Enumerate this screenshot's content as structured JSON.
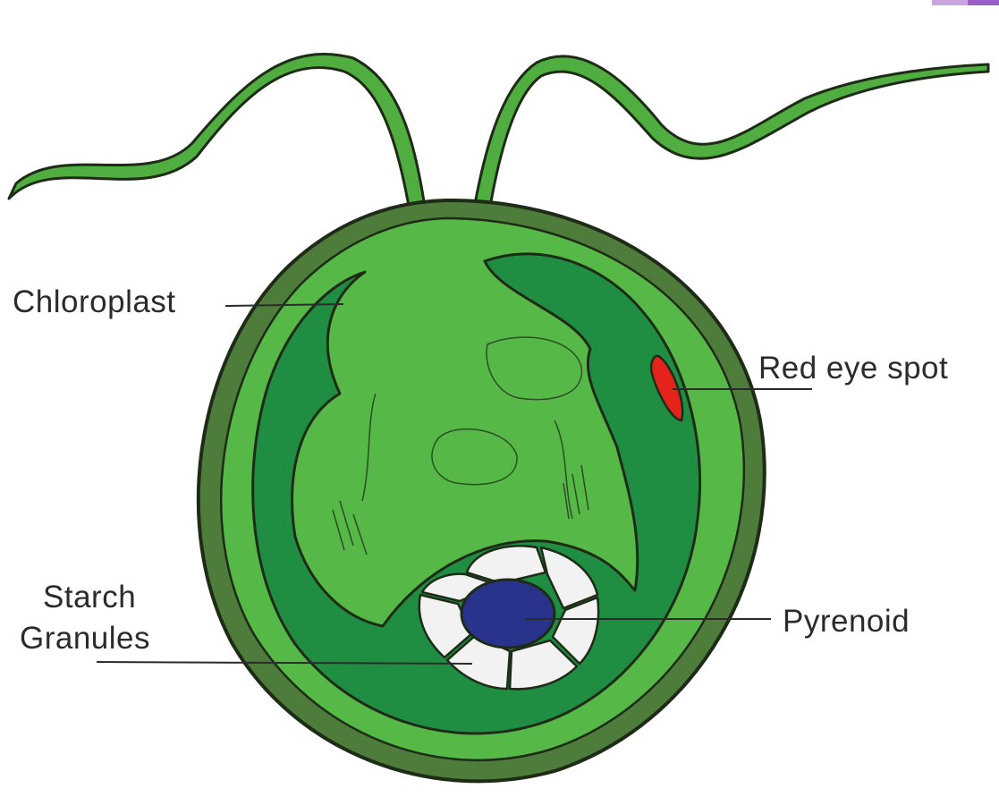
{
  "diagram": {
    "labels": {
      "chloroplast": "Chloroplast",
      "red_eye_spot": "Red eye spot",
      "starch_line1": "Starch",
      "starch_line2": "Granules",
      "pyrenoid": "Pyrenoid"
    },
    "colors": {
      "cell_wall": "#4e7c3a",
      "cytoplasm": "#56b847",
      "chloroplast": "#1f8e43",
      "flagella": "#4fae3f",
      "outline": "#1e2b17",
      "eye_spot": "#e3231c",
      "pyrenoid": "#29338c",
      "starch": "#f2f2f2"
    }
  }
}
